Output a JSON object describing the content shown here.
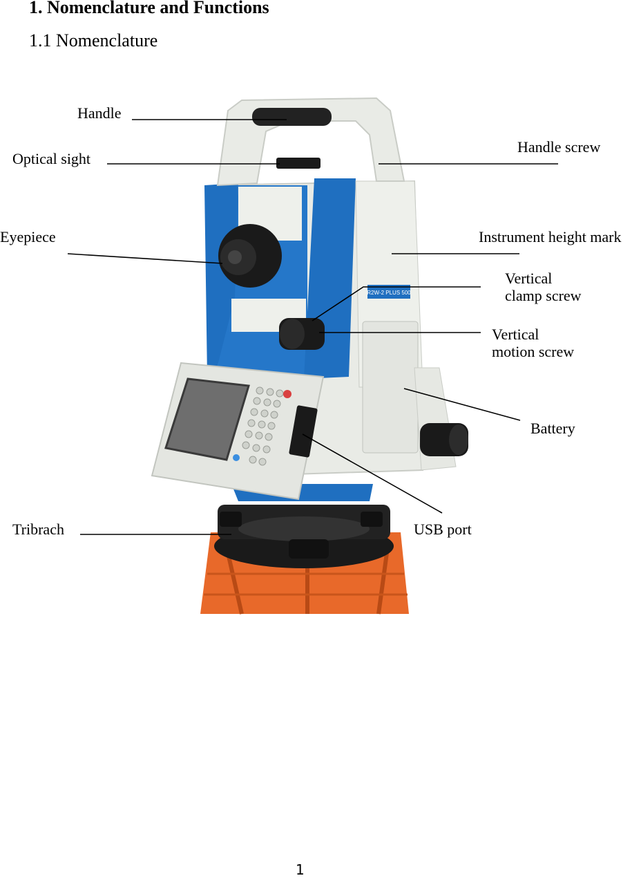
{
  "heading": "1. Nomenclature and Functions",
  "subheading": "1.1 Nomenclature",
  "figure": {
    "display_label": "R2W-2 PLUS 500",
    "labels": {
      "handle": "Handle",
      "optical_sight": "Optical sight",
      "handle_screw": "Handle screw",
      "eyepiece": "Eyepiece",
      "instrument_height_mark": "Instrument height mark",
      "vertical_clamp_screw_1": "Vertical",
      "vertical_clamp_screw_2": "clamp screw",
      "vertical_motion_screw_1": "Vertical",
      "vertical_motion_screw_2": "motion screw",
      "battery": "Battery",
      "tribrach": "Tribrach",
      "usb_port": "USB port"
    },
    "colors": {
      "body": "#e9ebe6",
      "accent_blue": "#1f6fc0",
      "base": "#1a1a1a",
      "tripod": "#e8692a",
      "screen": "#6e6e6e"
    }
  },
  "page_number": "1"
}
